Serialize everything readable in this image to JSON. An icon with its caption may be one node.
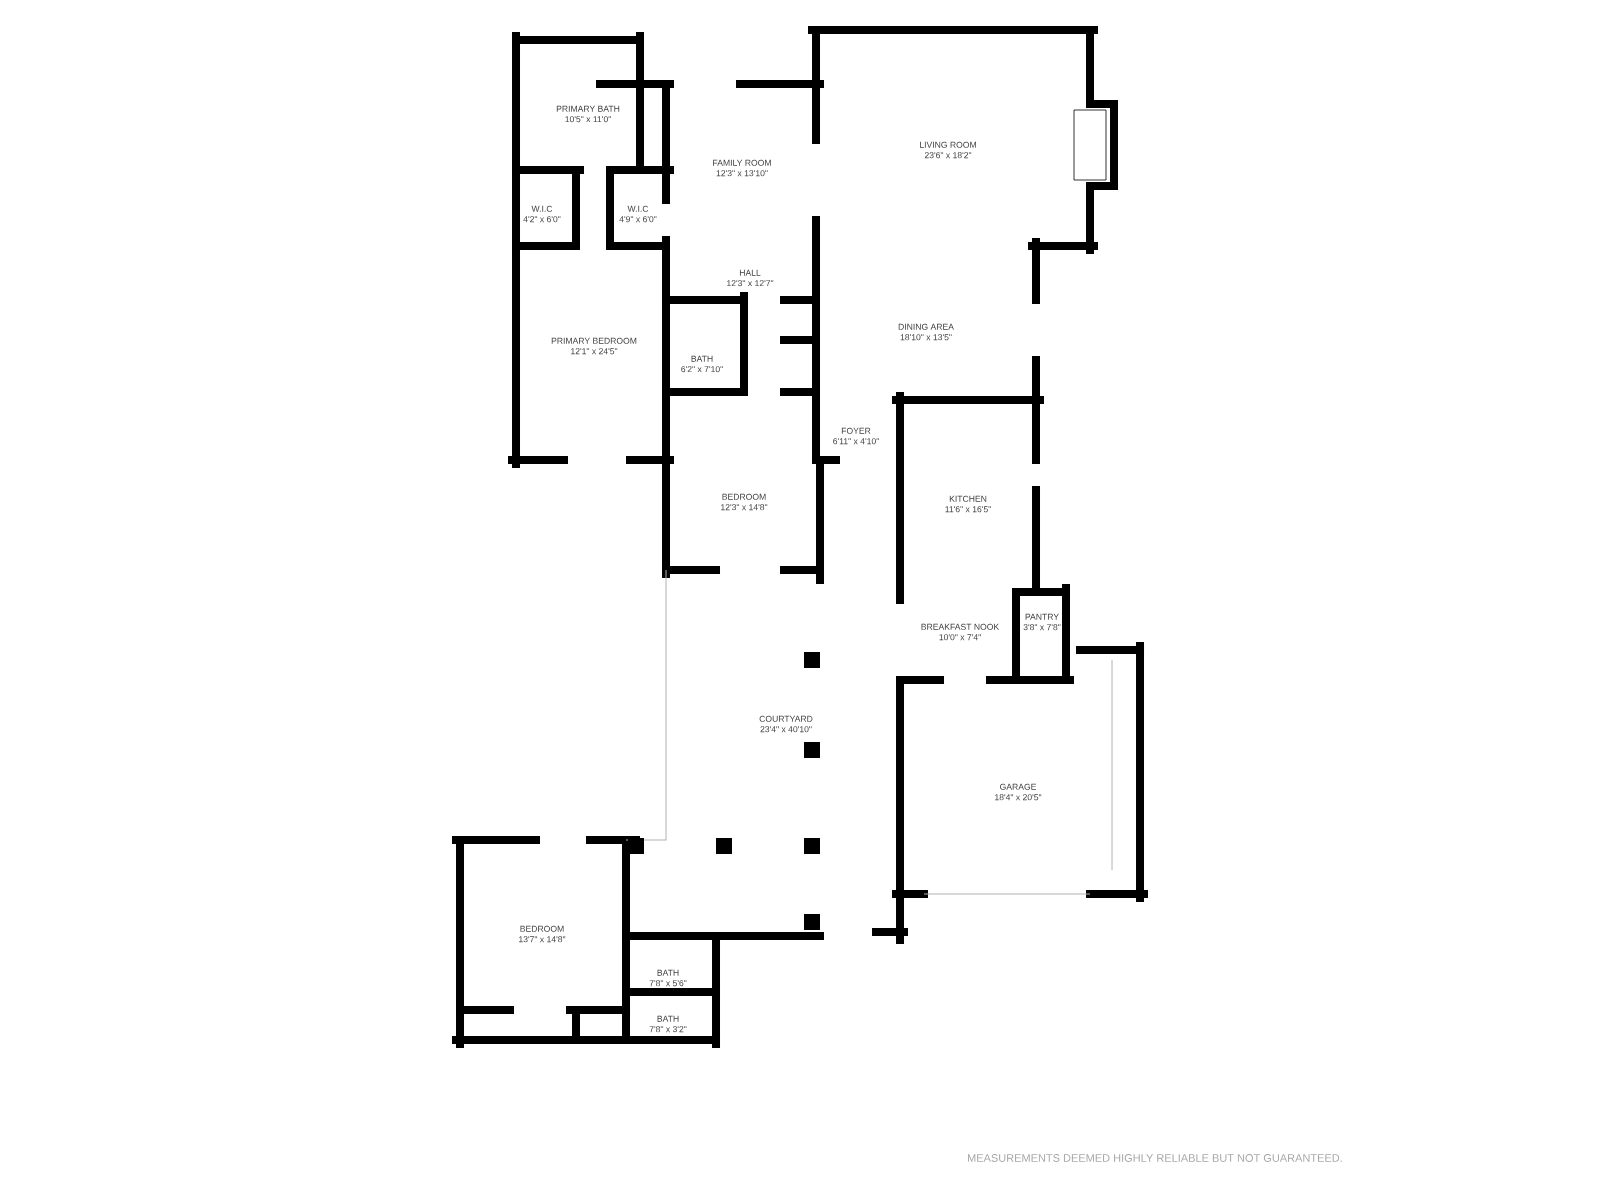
{
  "diagram": {
    "nodes": [
      {
        "text": [
          "PRIMARY BATH",
          "10'5\" x 11'0\""
        ]
      },
      {
        "text": [
          "FAMILY ROOM",
          "12'3\" x 13'10\""
        ]
      },
      {
        "text": [
          "LIVING ROOM",
          "23'6\" x 18'2\""
        ]
      },
      {
        "text": [
          "W.I.C",
          "4'2\" x 6'0\""
        ]
      },
      {
        "text": [
          "W.I.C",
          "4'9\" x 6'0\""
        ]
      },
      {
        "text": [
          "HALL",
          "12'3\" x 12'7\""
        ]
      },
      {
        "text": [
          "DINING AREA",
          "18'10\" x 13'5\""
        ]
      },
      {
        "text": [
          "PRIMARY BEDROOM",
          "12'1\" x 24'5\""
        ]
      },
      {
        "text": [
          "BATH",
          "6'2\" x 7'10\""
        ]
      },
      {
        "text": [
          "FOYER",
          "6'11\" x 4'10\""
        ]
      },
      {
        "text": [
          "BEDROOM",
          "12'3\" x 14'8\""
        ]
      },
      {
        "text": [
          "KITCHEN",
          "11'6\" x 16'5\""
        ]
      },
      {
        "text": [
          "PANTRY",
          "3'8\" x 7'8\""
        ]
      },
      {
        "text": [
          "BREAKFAST NOOK",
          "10'0\" x 7'4\""
        ]
      },
      {
        "text": [
          "COURTYARD",
          "23'4\" x 40'10\""
        ]
      },
      {
        "text": [
          "GARAGE",
          "18'4\" x 20'5\""
        ]
      },
      {
        "text": [
          "BEDROOM",
          "13'7\" x 14'8\""
        ]
      },
      {
        "text": [
          "BATH",
          "7'8\" x 5'6\""
        ]
      },
      {
        "text": [
          "BATH",
          "7'8\" x 3'2\""
        ]
      }
    ],
    "labels": [
      "MEASUREMENTS DEEMED HIGHLY RELIABLE BUT NOT GUARANTEED."
    ]
  }
}
